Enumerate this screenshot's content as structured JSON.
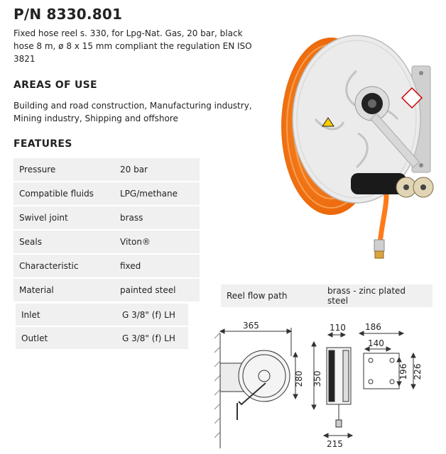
{
  "product": {
    "part_number": "P/N 8330.801",
    "description": "Fixed hose reel s. 330, for Lpg-Nat. Gas, 20 bar, black hose 8 m, ø 8 x 15 mm compliant the regulation EN ISO 3821"
  },
  "areas": {
    "heading": "AREAS OF USE",
    "text": "Building and road construction, Manufacturing industry, Mining industry, Shipping and offshore"
  },
  "features": {
    "heading": "FEATURES",
    "rows": [
      {
        "label": "Pressure",
        "value": "20 bar"
      },
      {
        "label": "Compatible fluids",
        "value": "LPG/methane"
      },
      {
        "label": "Swivel joint",
        "value": "brass"
      },
      {
        "label": "Seals",
        "value": "Viton®"
      },
      {
        "label": "Characteristic",
        "value": "fixed"
      },
      {
        "label": "Material",
        "value": "painted steel"
      }
    ]
  },
  "connections": [
    {
      "label": "Inlet",
      "value": "G 3/8\" (f) LH"
    },
    {
      "label": "Outlet",
      "value": "G 3/8\" (f) LH"
    }
  ],
  "flow": {
    "label": "Reel flow path",
    "value": "brass - zinc plated steel"
  },
  "dimensions": {
    "width": "365",
    "height_inner": "280",
    "height_outer": "350",
    "depth_top": "110",
    "depth_bottom": "215",
    "bracket_width": "186",
    "bracket_hole_spacing": "140",
    "bracket_hole_height": "196",
    "bracket_height": "226"
  },
  "colors": {
    "hose": "#ff7a1a",
    "reel_body": "#e6e6e6",
    "text": "#222222"
  }
}
